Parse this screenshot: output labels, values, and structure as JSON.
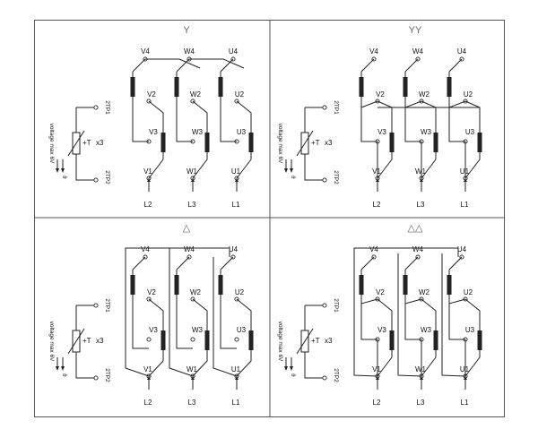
{
  "panels": [
    {
      "id": "star",
      "symbol": "Y",
      "terminals_top": [
        "V4",
        "W4",
        "U4"
      ],
      "terminals_mid": [
        "V2",
        "W2",
        "U2"
      ],
      "terminals_low": [
        "V3",
        "W3",
        "U3"
      ],
      "terminals_bot": [
        "V1",
        "W1",
        "U1"
      ],
      "lines": [
        "L2",
        "L3",
        "L1"
      ]
    },
    {
      "id": "double-star",
      "symbol": "YY",
      "terminals_top": [
        "V4",
        "W4",
        "U4"
      ],
      "terminals_mid": [
        "V2",
        "W2",
        "U2"
      ],
      "terminals_low": [
        "V3",
        "W3",
        "U3"
      ],
      "terminals_bot": [
        "V1",
        "W1",
        "U1"
      ],
      "lines": [
        "L2",
        "L3",
        "L1"
      ]
    },
    {
      "id": "delta",
      "symbol": "△",
      "terminals_top": [
        "V4",
        "W4",
        "U4"
      ],
      "terminals_mid": [
        "V2",
        "W2",
        "U2"
      ],
      "terminals_low": [
        "V3",
        "W3",
        "U3"
      ],
      "terminals_bot": [
        "V1",
        "W1",
        "U1"
      ],
      "lines": [
        "L2",
        "L3",
        "L1"
      ]
    },
    {
      "id": "double-delta",
      "symbol": "△△",
      "terminals_top": [
        "V4",
        "W4",
        "U4"
      ],
      "terminals_mid": [
        "V2",
        "W2",
        "U2"
      ],
      "terminals_low": [
        "V3",
        "W3",
        "U3"
      ],
      "terminals_bot": [
        "V1",
        "W1",
        "U1"
      ],
      "lines": [
        "L2",
        "L3",
        "L1"
      ]
    }
  ],
  "thermistor": {
    "tp1": "2TP1",
    "tp2": "2TP2",
    "symbol": "+T",
    "count": "x3",
    "voltage": "voltage max 6V"
  }
}
